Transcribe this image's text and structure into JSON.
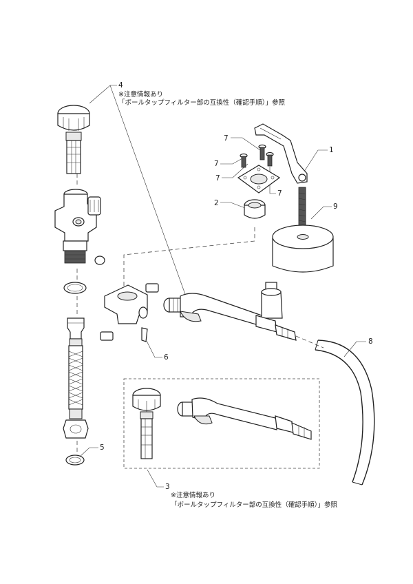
{
  "notes": {
    "top_line1": "※注意情報あり",
    "top_line2": "「ボールタップフィルター部の互換性（確認手順）」参照",
    "bottom_line1": "※注意情報あり",
    "bottom_line2": "「ボールタップフィルター部の互換性（確認手順）」参照"
  },
  "callouts": {
    "c1": "1",
    "c2": "2",
    "c3": "3",
    "c4": "4",
    "c5": "5",
    "c6": "6",
    "c7a": "7",
    "c7b": "7",
    "c7c": "7",
    "c7d": "7",
    "c8": "8",
    "c9": "9"
  }
}
